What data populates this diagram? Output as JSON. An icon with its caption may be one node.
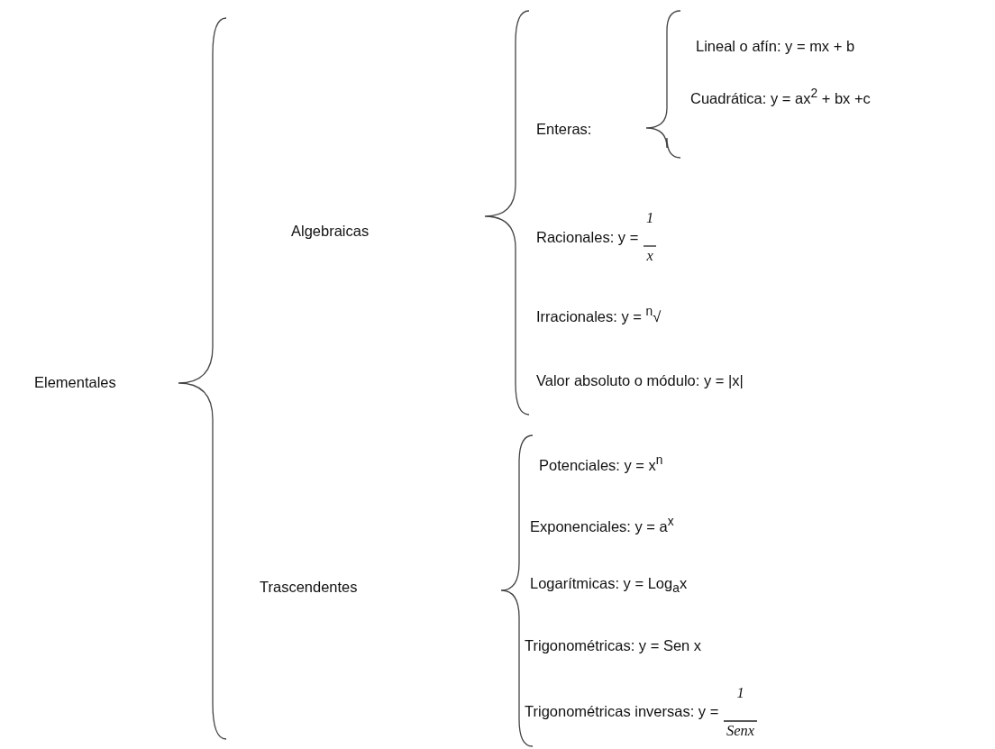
{
  "diagram": {
    "labels": [
      "Elementales",
      "Algebraicas",
      "Enteras:",
      "Lineal o afín: y = mx + b",
      "Cuadrática: y = ax$^{2}$ + bx +c",
      "Racionales: y =",
      "1",
      "x",
      "Irracionales: y = $^{n}$√",
      "Valor absoluto o módulo: y = |x|",
      "Trascendentes",
      "Potenciales: y = x$^{n}$",
      "Exponenciales: y = a$^{x}$",
      "Logarítmicas: y = Log$_{a}$x",
      "Trigonométricas: y = Sen x",
      "Trigonométricas inversas: y =",
      "1",
      "Senx"
    ]
  }
}
